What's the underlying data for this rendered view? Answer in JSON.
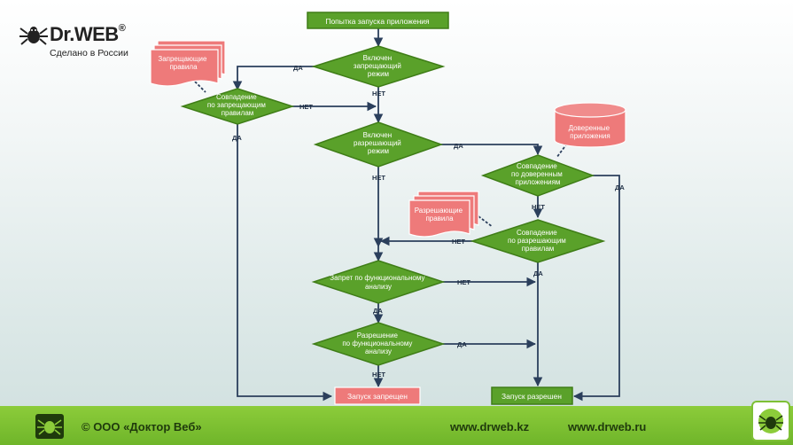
{
  "logo": {
    "brand": "Dr.WEB",
    "registered": "®",
    "tagline": "Сделано в России",
    "icon": "spider-icon"
  },
  "flow": {
    "start": "Попытка запуска приложения",
    "d1": [
      "Включен",
      "запрещающий",
      "режим"
    ],
    "deny_rules": [
      "Запрещающие",
      "правила"
    ],
    "d2": [
      "Совпадение",
      "по запрещающим",
      "правилам"
    ],
    "d3": [
      "Включен",
      "разрешающий",
      "режим"
    ],
    "trusted_apps": [
      "Доверенные",
      "приложения"
    ],
    "d4": [
      "Совпадение",
      "по доверенным",
      "приложениям"
    ],
    "allow_rules": [
      "Разрешающие",
      "правила"
    ],
    "d5": [
      "Совпадение",
      "по разрешающим",
      "правилам"
    ],
    "d6": [
      "Запрет по функциональному",
      "анализу"
    ],
    "d7": [
      "Разрешение",
      "по функциональному",
      "анализу"
    ],
    "end_denied": "Запуск запрещен",
    "end_allowed": "Запуск разрешен",
    "yes": "ДА",
    "no": "НЕТ"
  },
  "footer": {
    "copyright": "© ООО «Доктор Веб»",
    "site_kz": "www.drweb.kz",
    "site_ru": "www.drweb.ru",
    "icon": "drweb-badge-icon"
  },
  "colors": {
    "green": "#5aa12a",
    "green_border": "#3f7d17",
    "red": "#ee7a7a",
    "line": "#2b3f5c",
    "footer": "#7ec036"
  }
}
